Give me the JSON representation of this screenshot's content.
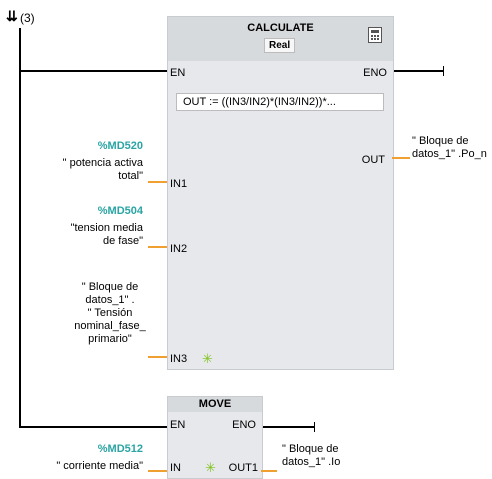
{
  "network": {
    "label": "(3)",
    "collapse_icon": "double-chevron-down-icon"
  },
  "calculate_block": {
    "title": "CALCULATE",
    "type": "Real",
    "calc_icon": "calculator-icon",
    "en": "EN",
    "eno": "ENO",
    "expression": "OUT :=   ((IN3/IN2)*(IN3/IN2))*...",
    "out_label": "OUT",
    "in1_label": "IN1",
    "in2_label": "IN2",
    "in3_label": "IN3",
    "add_input_icon": "add-input-star-icon",
    "out_operand": [
      "\" Bloque de",
      "datos_1\" .Po_n"
    ],
    "in1_operand": {
      "address": "%MD520",
      "symbol": [
        "\" potencia activa",
        "total\""
      ]
    },
    "in2_operand": {
      "address": "%MD504",
      "symbol": [
        "\"tension media",
        "de fase\""
      ]
    },
    "in3_operand": {
      "symbol": [
        "\" Bloque de",
        "datos_1\" .",
        "\" Tensión",
        "nominal_fase_",
        "primario\""
      ]
    }
  },
  "move_block": {
    "title": "MOVE",
    "en": "EN",
    "eno": "ENO",
    "in_label": "IN",
    "out1_label": "OUT1",
    "add_output_icon": "add-output-star-icon",
    "in_operand": {
      "address": "%MD512",
      "symbol": "\" corriente media\""
    },
    "out1_operand": [
      "\" Bloque de",
      "datos_1\" .Io"
    ]
  },
  "colors": {
    "operand_address": "#2aa4a4",
    "wire_orange": "#f0a030",
    "block_bg": "#e6e8eb",
    "star_green": "#7fc31c"
  }
}
